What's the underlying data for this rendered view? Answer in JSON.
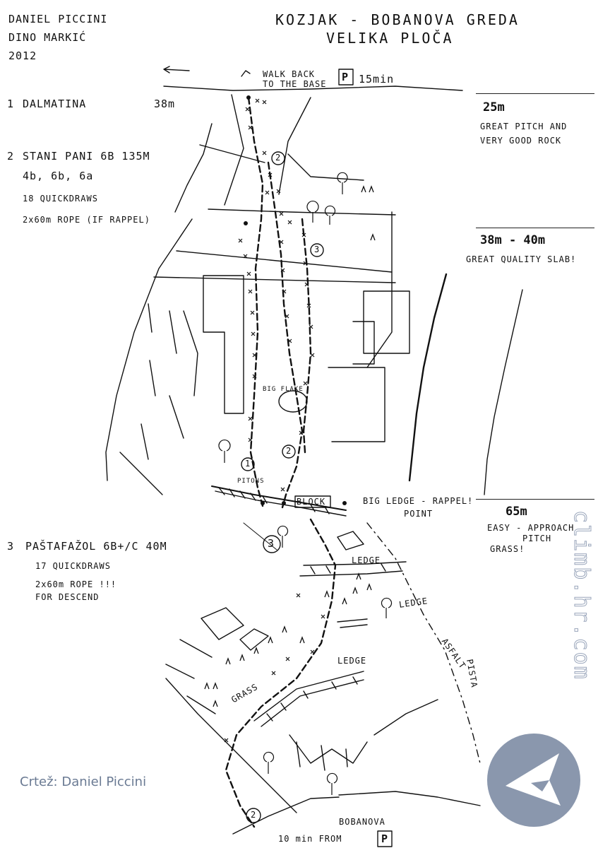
{
  "authors": [
    "DANIEL PICCINI",
    "DINO MARKIĆ",
    "2012"
  ],
  "title": [
    "KOZJAK - BOBANOVA GREDA",
    "VELIKA PLOČA"
  ],
  "walk_back": [
    "WALK BACK",
    "TO THE BASE"
  ],
  "parking": {
    "symbol": "P",
    "time_top": "15min",
    "time_bottom": "10 min FROM",
    "bottom_symbol": "P"
  },
  "routes": [
    {
      "num": "1",
      "line1": "DALMATINA",
      "length": "38m"
    },
    {
      "num": "2",
      "line1": "STANI PANI 6b 135m",
      "line2": "4b, 6b, 6a",
      "line3": "18 QUICKDRAWS",
      "line4": "2x60m ROPE (IF RAPPEL)"
    },
    {
      "num": "3",
      "line1": "PAŠTAFAŽOL 6b+/c 40m",
      "line2": "17 QUICKDRAWS",
      "line3": "2x60m ROPE !!!",
      "line4": "FOR DESCEND"
    }
  ],
  "pitches": [
    {
      "length": "25m",
      "note1": "GREAT PITCH AND",
      "note2": "VERY GOOD ROCK"
    },
    {
      "length": "38m - 40m",
      "note1": "GREAT QUALITY SLAB!"
    },
    {
      "length": "65m",
      "note1": "EASY - APPROACH",
      "note2": "PITCH",
      "note3": "GRASS!"
    }
  ],
  "labels": {
    "big_flake": "BIG FLAKE",
    "pitons": "PITONS",
    "block": "BLOCK",
    "rappel": [
      "BIG LEDGE - RAPPEL!",
      "POINT"
    ],
    "ledge": "LEDGE",
    "grass": "GRASS",
    "trail": [
      "ASFALT",
      "PISTA"
    ],
    "base": "BOBANOVA"
  },
  "markers": [
    "1",
    "2",
    "3",
    "2",
    "2"
  ],
  "watermark": {
    "credit": "Crtež: Daniel Piccini",
    "vertical": "climb.hr.com"
  },
  "colors": {
    "ink": "#111111",
    "watermark": "#6a7a93",
    "logo": "#8a97ad"
  }
}
